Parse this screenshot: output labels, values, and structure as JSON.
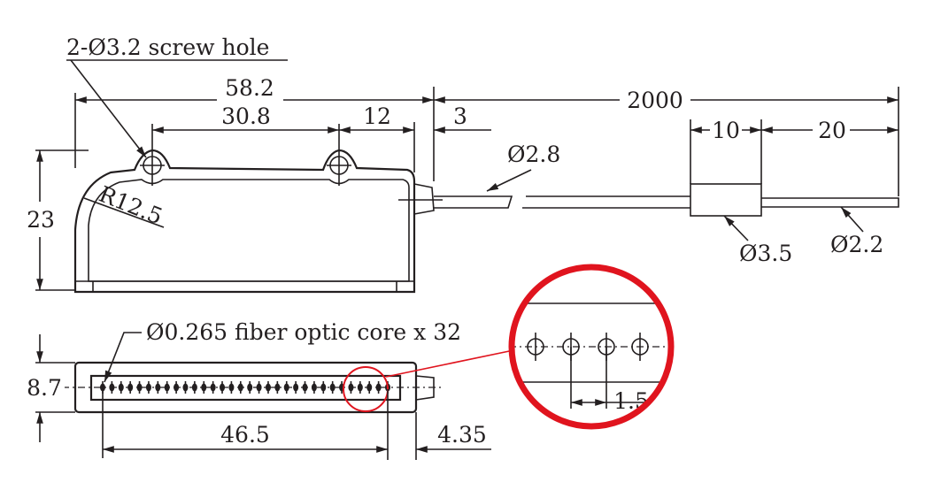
{
  "labels": {
    "screw_hole": "2-Ø3.2 screw hole",
    "length_total": "58.2",
    "hole_pitch": "30.8",
    "hole_to_end": "12",
    "stub": "3",
    "cable_length": "2000",
    "sleeve_length": "10",
    "tail_length": "20",
    "cable_dia": "Ø2.8",
    "sleeve_dia": "Ø3.5",
    "tail_dia": "Ø2.2",
    "height": "23",
    "radius": "R12.5",
    "fiber_core": "Ø0.265 fiber optic core x 32",
    "front_height": "8.7",
    "array_width": "46.5",
    "array_offset": "4.35",
    "fiber_pitch": "1.5"
  },
  "fiber_count": 32,
  "colors": {
    "line": "#231f20",
    "highlight": "#e0141e"
  }
}
